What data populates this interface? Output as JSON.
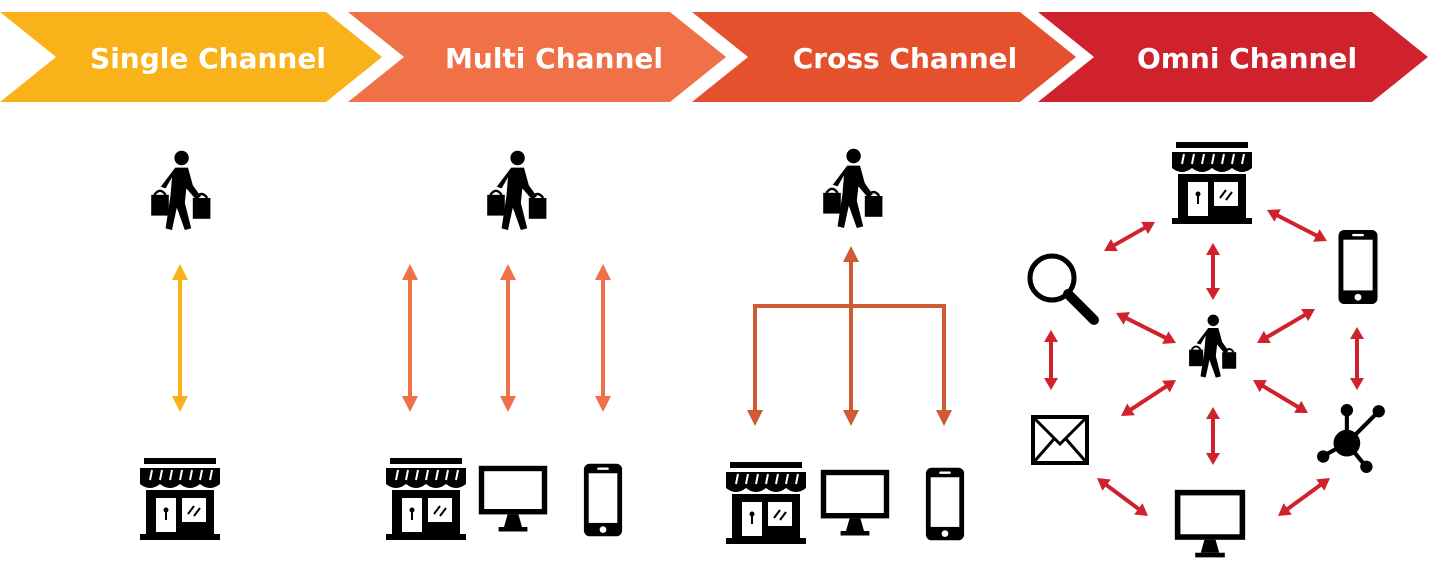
{
  "stages": [
    {
      "label": "Single Channel",
      "color": "#F9B21A"
    },
    {
      "label": "Multi Channel",
      "color": "#F07048"
    },
    {
      "label": "Cross Channel",
      "color": "#E5512C"
    },
    {
      "label": "Omni Channel",
      "color": "#D0222C"
    }
  ],
  "connector_colors": {
    "single": "#F9B21A",
    "multi": "#F07048",
    "cross": "#CF5A33",
    "omni": "#D0222C"
  },
  "icons": {
    "shopper": "shopper-icon",
    "store": "store-icon",
    "monitor": "monitor-icon",
    "phone": "phone-icon",
    "search": "search-icon",
    "mail": "mail-icon",
    "network": "network-icon"
  }
}
